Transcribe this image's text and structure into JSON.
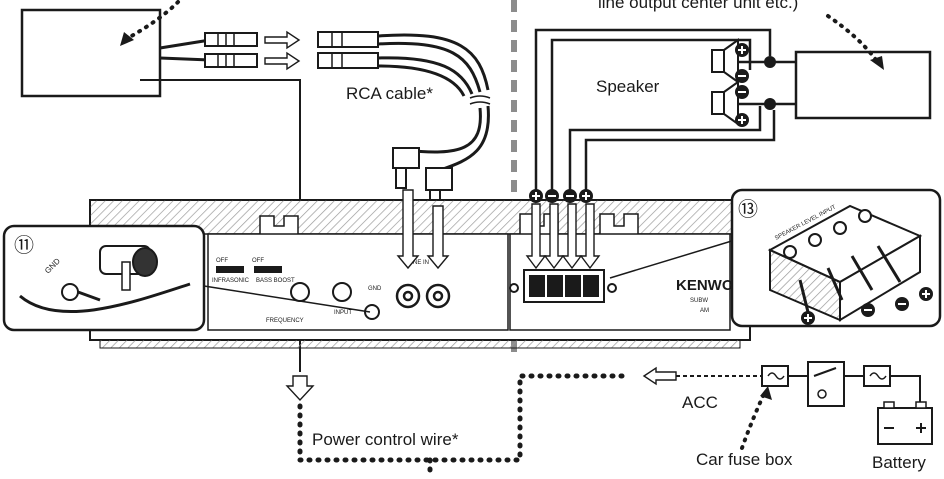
{
  "labels": {
    "top_right_caption": "line output center unit etc.)",
    "speaker": "Speaker",
    "rca_cable": "RCA cable*",
    "power_control_wire": "Power control wire*",
    "acc": "ACC",
    "car_fuse_box": "Car fuse box",
    "battery": "Battery",
    "callout_11": "⑪",
    "callout_13": "⑬",
    "gnd_left": "GND",
    "brand": "KENWO",
    "brand_sub1": "SUBW",
    "brand_sub2": "AM",
    "line_in": "LINE IN",
    "gnd_panel": "GND",
    "infrasonic": "INFRASONIC",
    "bass_boost": "BASS BOOST",
    "frequency": "FREQUENCY",
    "input": "INPUT",
    "off1": "OFF",
    "off2": "OFF",
    "speaker_level_input": "SPEAKER LEVEL INPUT"
  },
  "colors": {
    "ink": "#1a1a1a",
    "divider": "#8c8c8c",
    "hatch": "#9a9a9a",
    "white": "#ffffff"
  },
  "icons": {
    "plus": "plus-terminal-icon",
    "minus": "minus-terminal-icon",
    "arrow": "hollow-arrow-icon"
  }
}
